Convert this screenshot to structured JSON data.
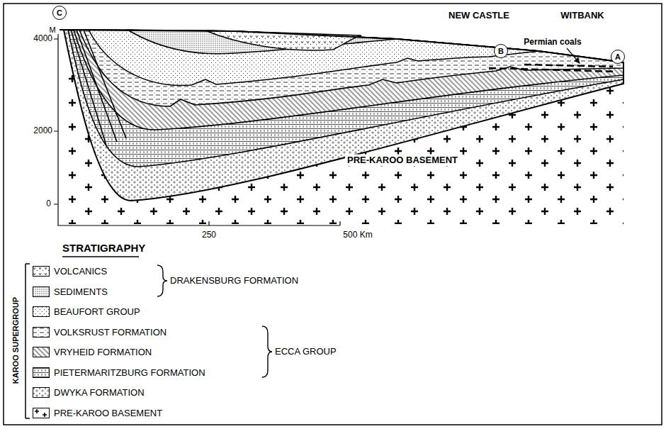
{
  "diagram": {
    "nodes": [
      {
        "text": [
          "C"
        ]
      },
      {
        "text": [
          "B"
        ]
      },
      {
        "text": [
          "A"
        ]
      }
    ],
    "labels": [
      "M",
      "4000",
      "2000",
      "0",
      "250",
      "500 Km",
      "NEW CASTLE",
      "WITBANK",
      "Permian coals",
      "PRE-KAROO BASEMENT",
      "STRATIGRAPHY",
      "DRAKENSBURG FORMATION",
      "ECCA GROUP",
      "KAROO SUPERGROUP"
    ],
    "legend": [
      {
        "text": "VOLCANICS"
      },
      {
        "text": "SEDIMENTS"
      },
      {
        "text": "BEAUFORT GROUP"
      },
      {
        "text": "VOLKSRUST FORMATION"
      },
      {
        "text": "VRYHEID FORMATION"
      },
      {
        "text": "PIETERMARITZBURG FORMATION"
      },
      {
        "text": "DWYKA FORMATION"
      },
      {
        "text": "PRE-KAROO BASEMENT"
      }
    ]
  }
}
